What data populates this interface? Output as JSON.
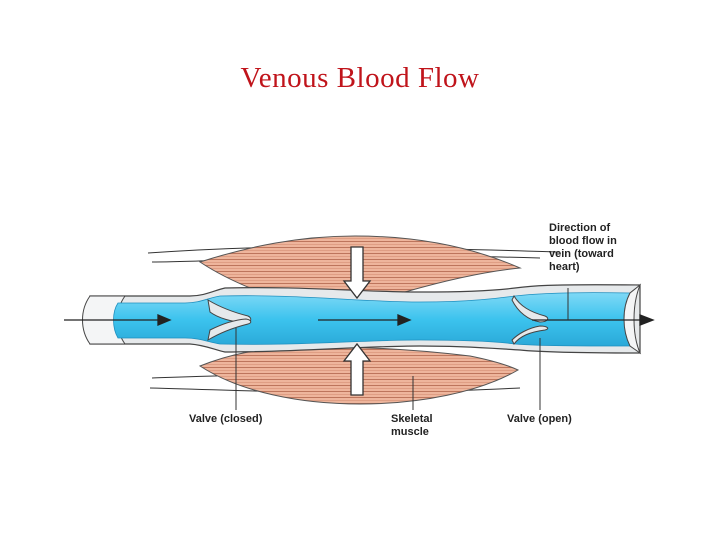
{
  "title": "Venous Blood Flow",
  "labels": {
    "valve_closed": "Valve (closed)",
    "skeletal_muscle": [
      "Skeletal",
      "muscle"
    ],
    "valve_open": "Valve (open)",
    "direction": [
      "Direction of",
      "blood flow in",
      "vein (toward",
      "heart)"
    ]
  },
  "colors": {
    "title": "#c0141b",
    "blood": "#3cc3ee",
    "muscle": "#eeb59c",
    "vein_wall": "#d9dde0"
  }
}
